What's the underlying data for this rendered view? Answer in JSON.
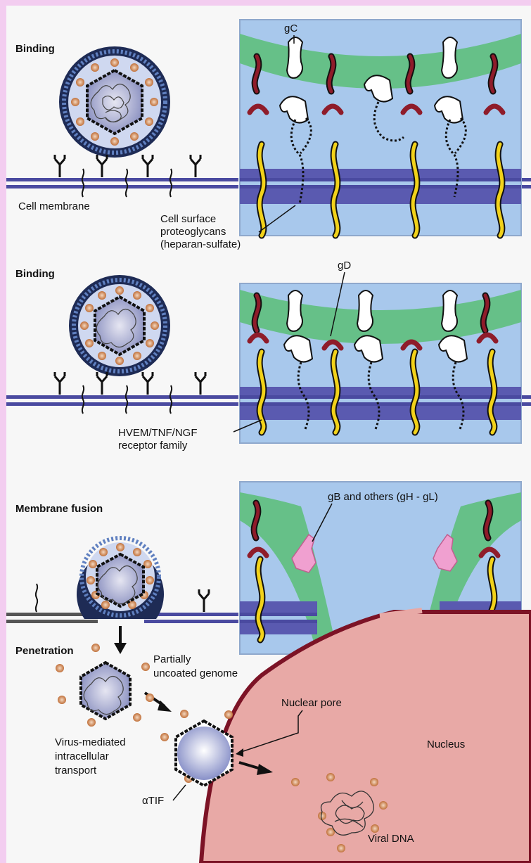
{
  "sections": {
    "binding1": "Binding",
    "binding2": "Binding",
    "fusion": "Membrane fusion",
    "penetration": "Penetration"
  },
  "labels": {
    "gC": "gC",
    "cell_membrane": "Cell membrane",
    "proteoglycans_1": "Cell surface",
    "proteoglycans_2": "proteoglycans",
    "proteoglycans_3": "(heparan-sulfate)",
    "gD": "gD",
    "hvem_1": "HVEM/TNF/NGF",
    "hvem_2": "receptor family",
    "gB": "gB and others (gH - gL)",
    "partially_1": "Partially",
    "partially_2": "uncoated genome",
    "nuclear_pore": "Nuclear pore",
    "nucleus": "Nucleus",
    "transport_1": "Virus-mediated",
    "transport_2": "intracellular",
    "transport_3": "transport",
    "atif": "αTIF",
    "viral_dna": "Viral DNA"
  },
  "colors": {
    "background": "#f3cdf0",
    "panel": "#f7f7f7",
    "membrane": "#4a4aa0",
    "inset_bg": "#a8c8ec",
    "envelope_green": "#66c088",
    "receptor_yellow": "#f2d21a",
    "glyco_red": "#8f1c2a",
    "fusion_pink": "#f0a0d0",
    "nucleus_fill": "#e8a9a6",
    "nucleus_edge": "#7c1326",
    "tegument_dot": "#c0703a"
  }
}
